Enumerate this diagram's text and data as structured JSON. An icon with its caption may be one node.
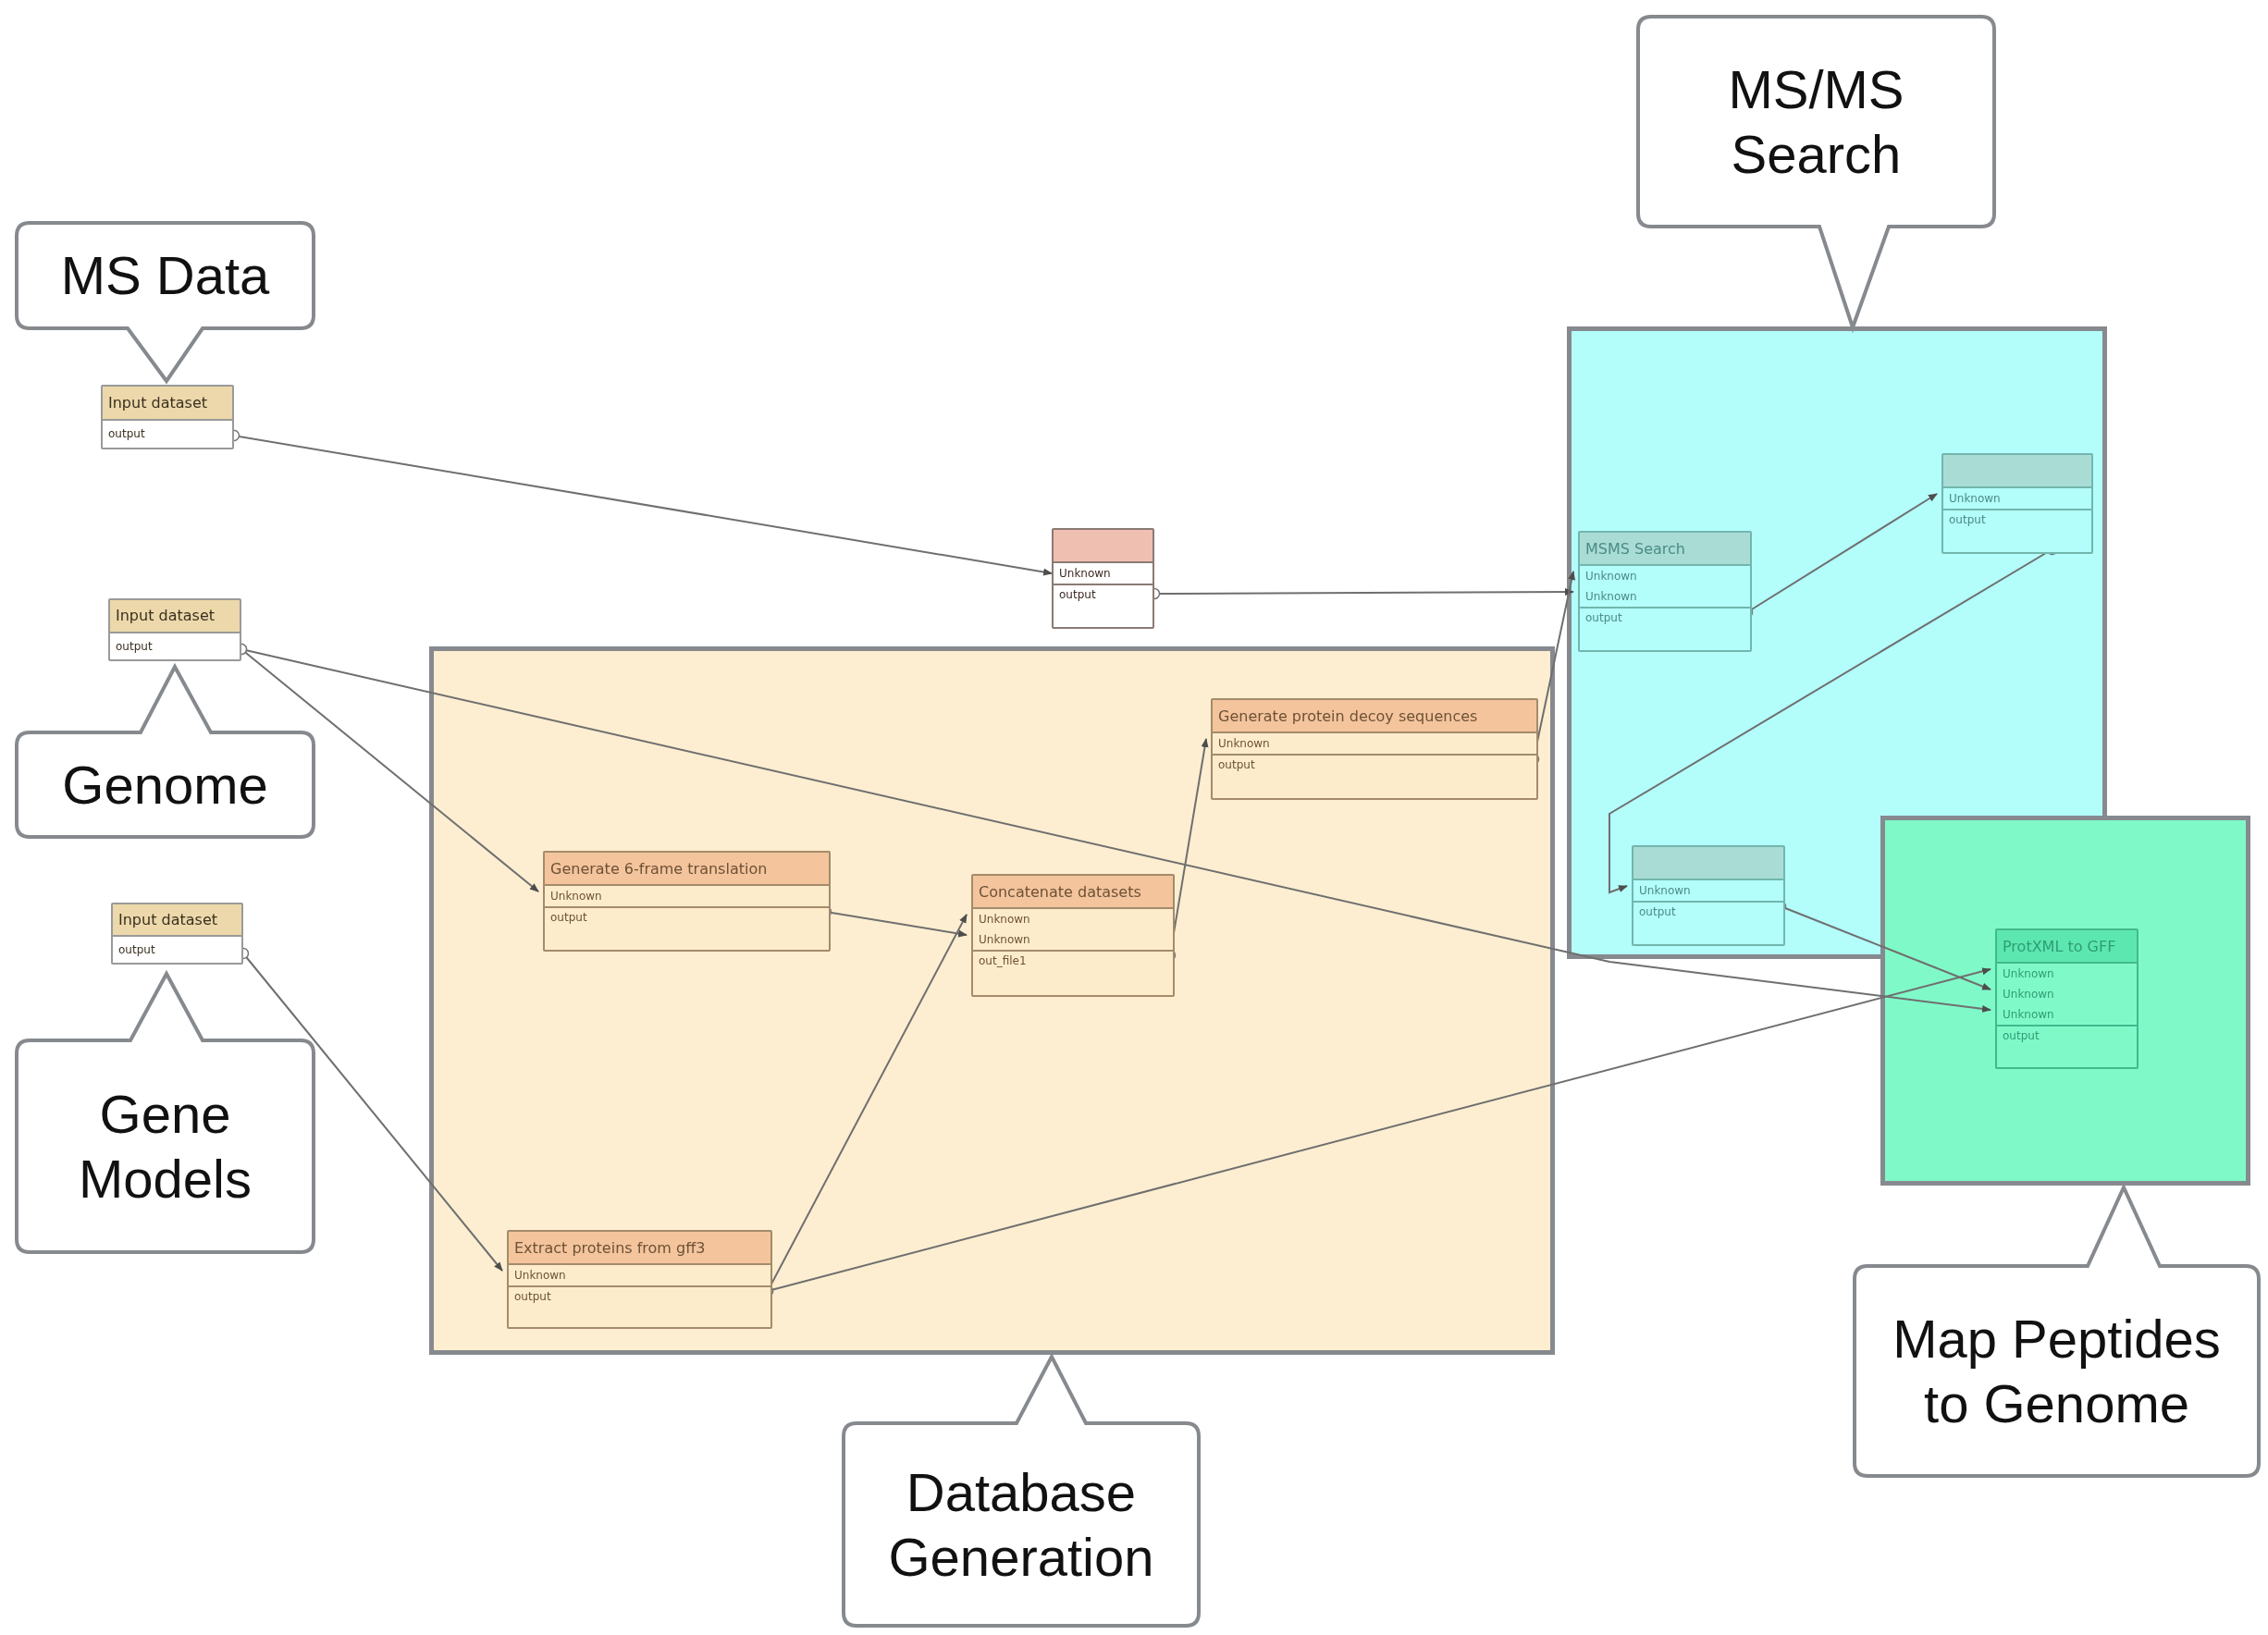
{
  "diagram": {
    "nodes": [
      {
        "text": [
          "MS/MS Search"
        ]
      },
      {
        "text": [
          "MS Data"
        ]
      },
      {
        "text": [
          "Input dataset",
          "output"
        ]
      },
      {
        "text": [
          "Unknown",
          "output"
        ]
      },
      {
        "text": [
          "Input dataset",
          "output"
        ]
      },
      {
        "text": [],
        "shape": "box"
      },
      {
        "text": [
          "Unknown",
          "output"
        ],
        "in": 5
      },
      {
        "text": [
          "MSMS Search",
          "Unknown",
          "Unknown",
          "output"
        ],
        "in": 5
      },
      {
        "text": [],
        "shape": "box"
      },
      {
        "text": [
          "Generate protein decoy sequences",
          "Unknown",
          "output"
        ],
        "in": 8
      },
      {
        "text": [
          "Genome"
        ]
      },
      {
        "text": [
          "Generate 6-frame translation",
          "Unknown",
          "output"
        ],
        "in": 8
      },
      {
        "text": [],
        "shape": "box"
      },
      {
        "text": [
          "Unknown",
          "output"
        ],
        "in": 5
      },
      {
        "text": [
          "Concatenate datasets",
          "Unknown",
          "Unknown",
          "out_file1"
        ],
        "in": 8
      },
      {
        "text": [
          "Input dataset",
          "output"
        ]
      },
      {
        "text": [
          "ProtXML to GFF",
          "Unknown",
          "Unknown",
          "Unknown",
          "output"
        ],
        "in": 12
      },
      {
        "text": [
          "Gene Models"
        ]
      },
      {
        "text": [
          "Extract proteins from gff3",
          "Unknown",
          "output"
        ],
        "in": 8
      },
      {
        "text": [
          "Database Generation"
        ]
      },
      {
        "text": [
          "Map Peptides to Genome"
        ]
      }
    ],
    "edges": [
      {
        "from": 2,
        "to": 3,
        "arrow": "to"
      },
      {
        "from": 3,
        "to": 7,
        "arrow": "to"
      },
      {
        "from": 9,
        "to": 7,
        "arrow": "to"
      },
      {
        "from": 7,
        "to": 6,
        "arrow": "to"
      },
      {
        "from": 6,
        "to": 13,
        "arrow": "to"
      },
      {
        "from": 13,
        "to": 16,
        "arrow": "to"
      },
      {
        "from": 4,
        "to": 11,
        "arrow": "to"
      },
      {
        "from": 4,
        "to": 16,
        "arrow": "to"
      },
      {
        "from": 11,
        "to": 14,
        "arrow": "to"
      },
      {
        "from": 18,
        "to": 14,
        "arrow": "to"
      },
      {
        "from": 14,
        "to": 9,
        "arrow": "to"
      },
      {
        "from": 15,
        "to": 18,
        "arrow": "to"
      },
      {
        "from": 18,
        "to": 16,
        "arrow": "to"
      }
    ]
  }
}
